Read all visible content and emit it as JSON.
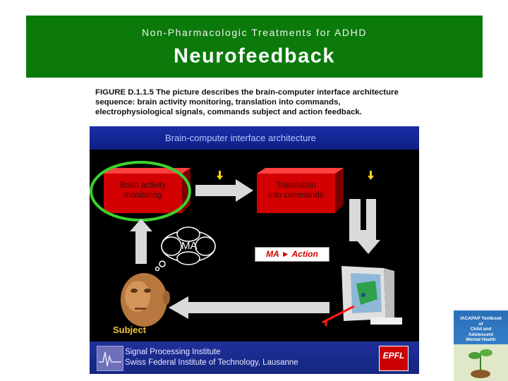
{
  "header": {
    "subtitle": "Non-Pharmacologic Treatments for ADHD",
    "title": "Neurofeedback"
  },
  "figure": {
    "caption_label": "FIGURE D.1.1.5",
    "caption_text": " The picture describes the brain-computer interface architecture sequence: brain activity monitoring, translation into commands, electrophysiological signals, commands subject and action feedback.",
    "section_title": "Brain-computer interface architecture",
    "box_monitoring": [
      "Brain activity",
      "monitoring"
    ],
    "box_translation": [
      "Translation",
      "into commands"
    ],
    "thought": "MA",
    "action": "MA ► Action",
    "subject": "Subject",
    "institute_line1": "Signal Processing Institute",
    "institute_line2": "Swiss Federal Institute of Technology, Lausanne",
    "epfl_logo_text": "EPFL",
    "colors": {
      "highlight_ellipse": "#3ad12f",
      "red_box": "#d20000",
      "arrow_gray": "#cfcfcf",
      "arrow_yellow": "#ffd21a",
      "feedback_red": "#ff1a1a"
    }
  },
  "book": {
    "text": [
      "IACAPAP Textbook",
      "of",
      "Child and Adolescent",
      "Mental Health"
    ]
  }
}
